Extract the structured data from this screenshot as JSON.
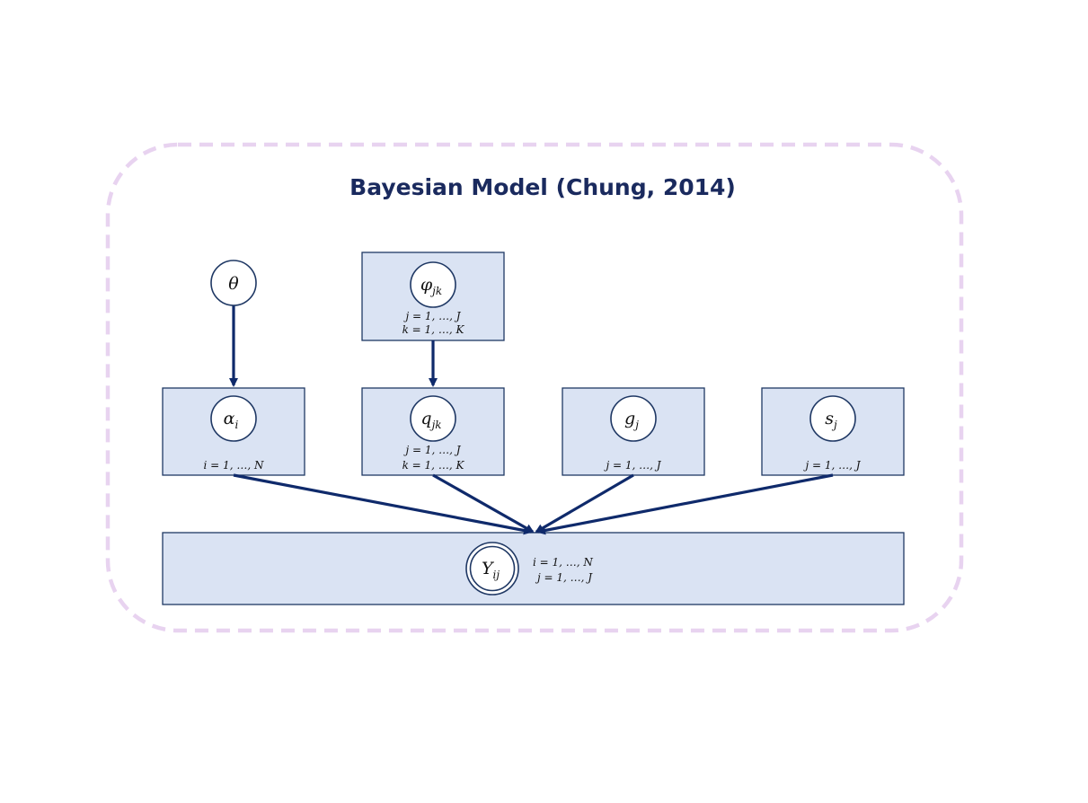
{
  "title": "Bayesian Model (Chung, 2014)",
  "colors": {
    "frame_dash": "#e8d3f0",
    "plate_fill": "#dae3f3",
    "plate_stroke": "#1f3864",
    "edge": "#0f2a6b",
    "title": "#1a2a5e"
  },
  "nodes": {
    "theta": {
      "base": "θ",
      "sub": ""
    },
    "phi": {
      "base": "φ",
      "sub": "jk",
      "range1": "j = 1, …, J",
      "range2": "k = 1, …, K"
    },
    "alpha": {
      "base": "α",
      "sub": "i",
      "range1": "i = 1, …, N"
    },
    "q": {
      "base": "q",
      "sub": "jk",
      "range1": "j = 1, …, J",
      "range2": "k = 1, …, K"
    },
    "g": {
      "base": "g",
      "sub": "j",
      "range1": "j = 1, …, J"
    },
    "s": {
      "base": "s",
      "sub": "j",
      "range1": "j = 1, …, J"
    },
    "y": {
      "base": "Y",
      "sub": "ij",
      "range1": "i = 1, …, N",
      "range2": "j = 1, …, J"
    }
  }
}
